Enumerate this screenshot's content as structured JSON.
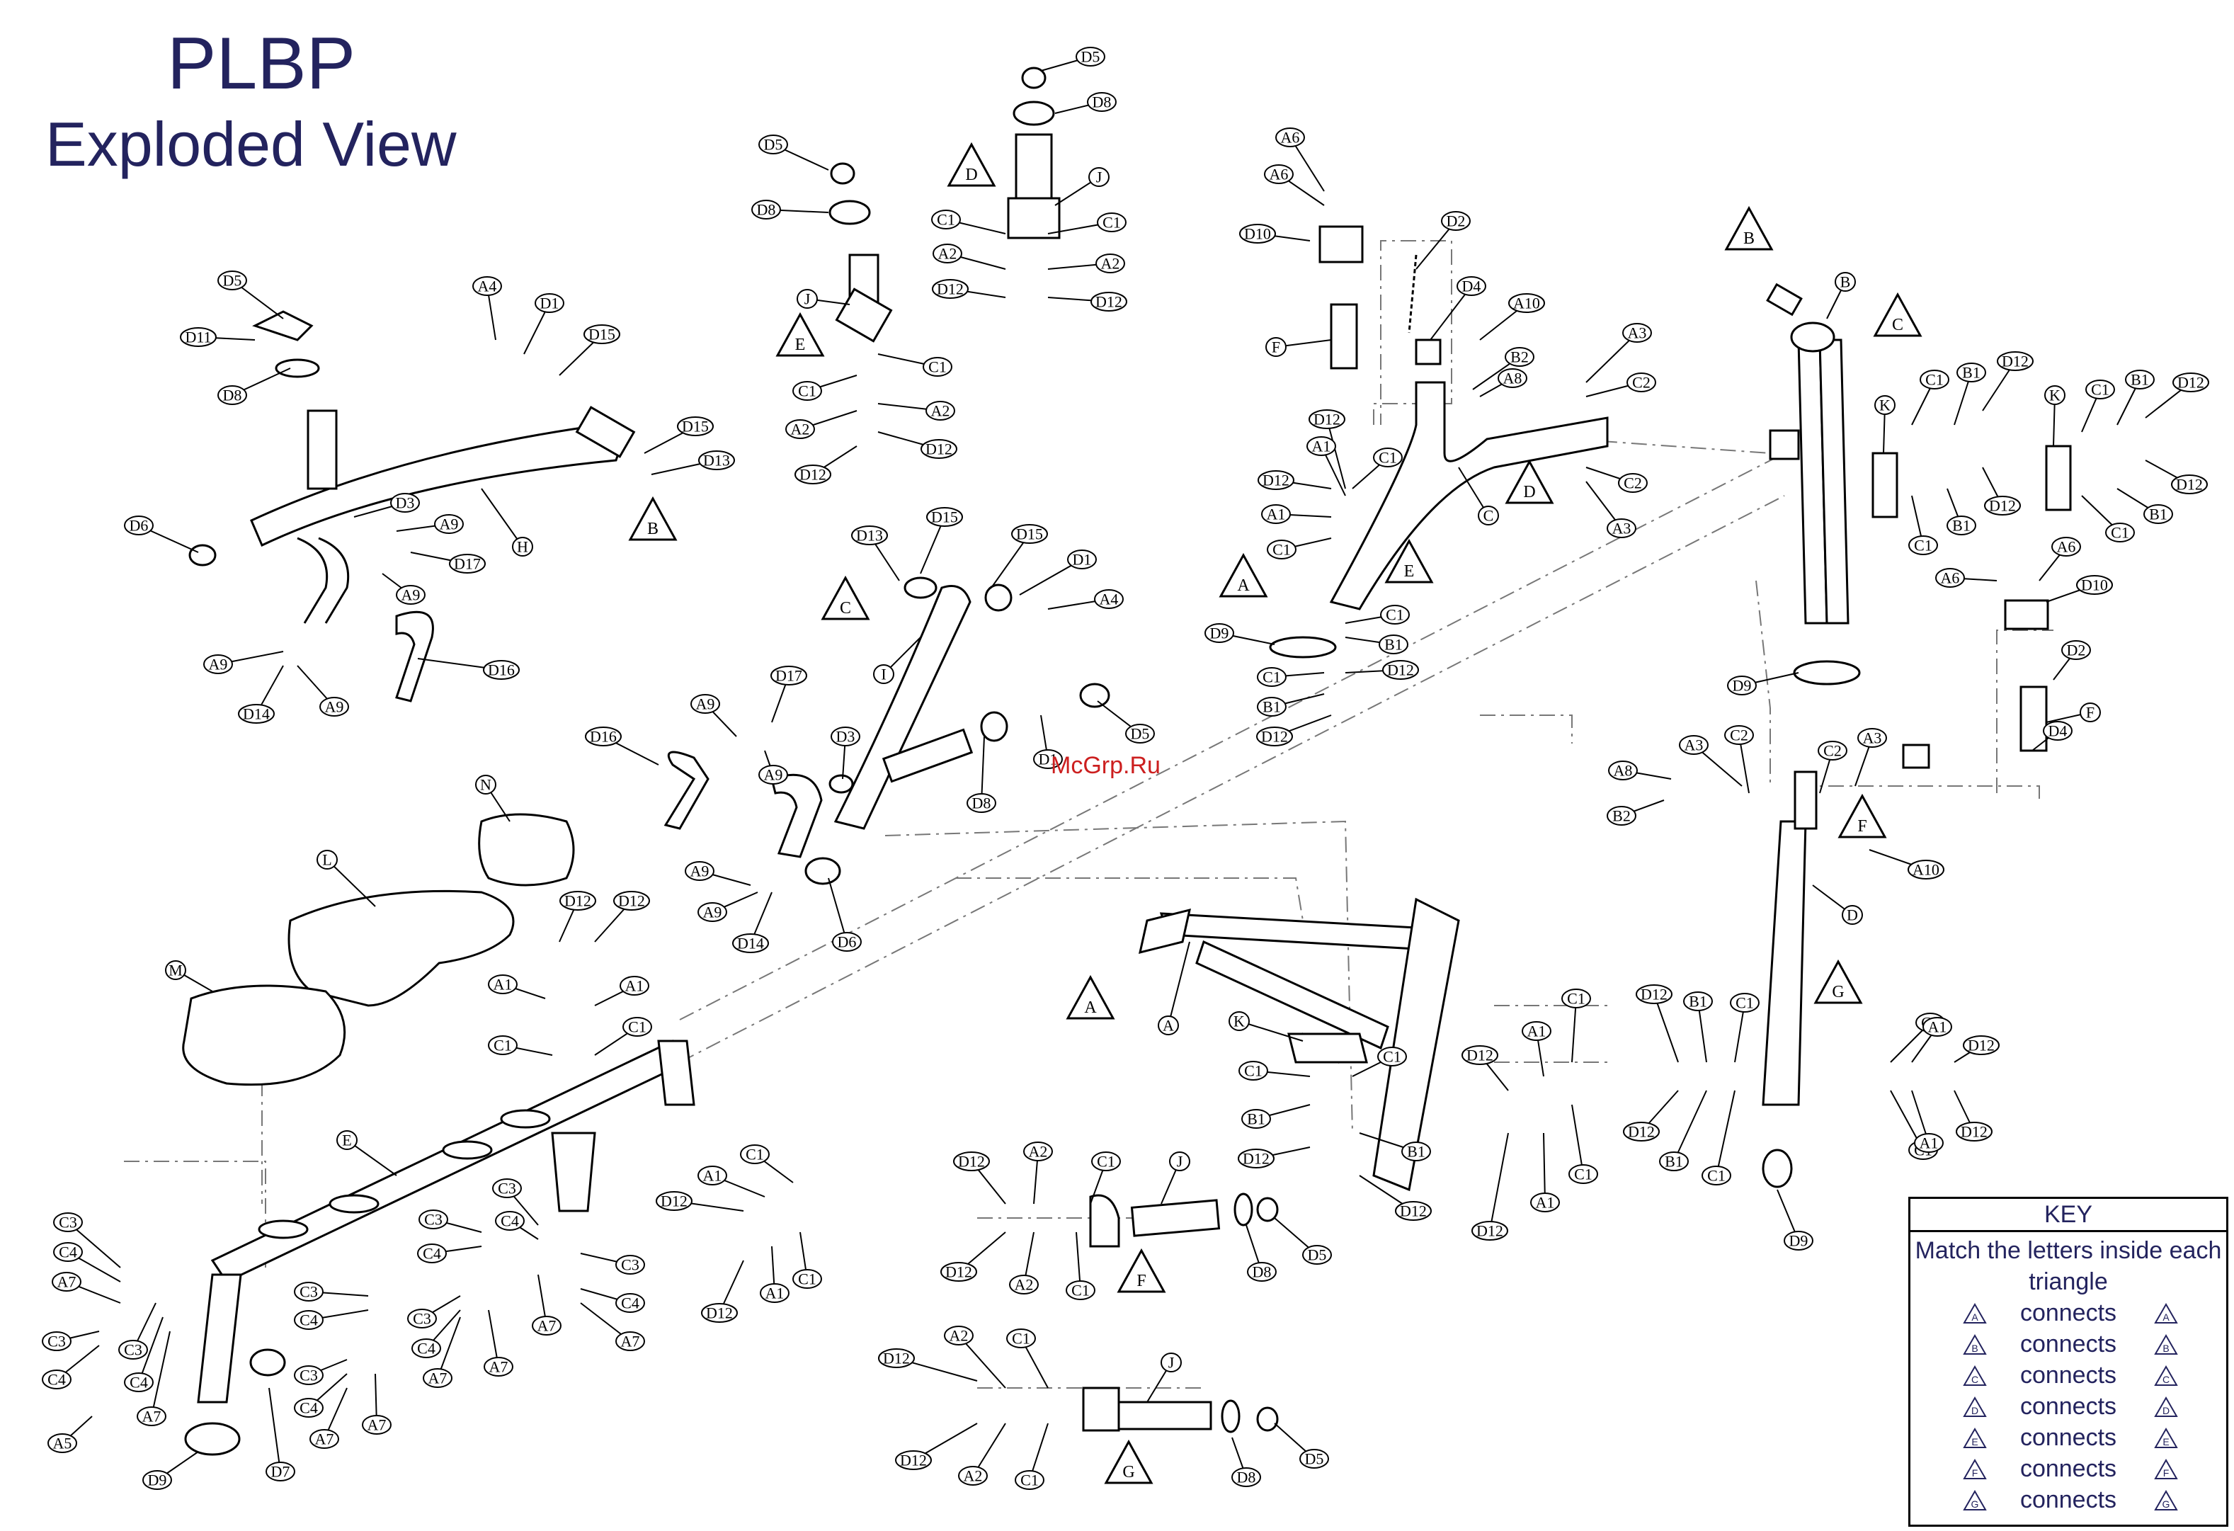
{
  "title": "PLBP",
  "subtitle": "Exploded View",
  "watermark": "McGrp.Ru",
  "labels": {
    "A1": "A1",
    "A2": "A2",
    "A3": "A3",
    "A4": "A4",
    "A5": "A5",
    "A6": "A6",
    "A7": "A7",
    "A8": "A8",
    "A9": "A9",
    "A10": "A10",
    "B1": "B1",
    "B2": "B2",
    "C1": "C1",
    "C2": "C2",
    "C3": "C3",
    "C4": "C4",
    "D1": "D1",
    "D2": "D2",
    "D3": "D3",
    "D4": "D4",
    "D5": "D5",
    "D6": "D6",
    "D7": "D7",
    "D8": "D8",
    "D9": "D9",
    "D10": "D10",
    "D11": "D11",
    "D12": "D12",
    "D13": "D13",
    "D14": "D14",
    "D15": "D15",
    "D16": "D16",
    "D17": "D17",
    "A": "A",
    "B": "B",
    "C": "C",
    "D": "D",
    "E": "E",
    "F": "F",
    "G": "G",
    "H": "H",
    "I": "I",
    "J": "J",
    "K": "K",
    "L": "L",
    "M": "M",
    "N": "N"
  },
  "key": {
    "header": "KEY",
    "text": "Match the letters inside each triangle",
    "rows": [
      {
        "letter": "A",
        "word": "connects"
      },
      {
        "letter": "B",
        "word": "connects"
      },
      {
        "letter": "C",
        "word": "connects"
      },
      {
        "letter": "D",
        "word": "connects"
      },
      {
        "letter": "E",
        "word": "connects"
      },
      {
        "letter": "F",
        "word": "connects"
      },
      {
        "letter": "G",
        "word": "connects"
      }
    ]
  }
}
